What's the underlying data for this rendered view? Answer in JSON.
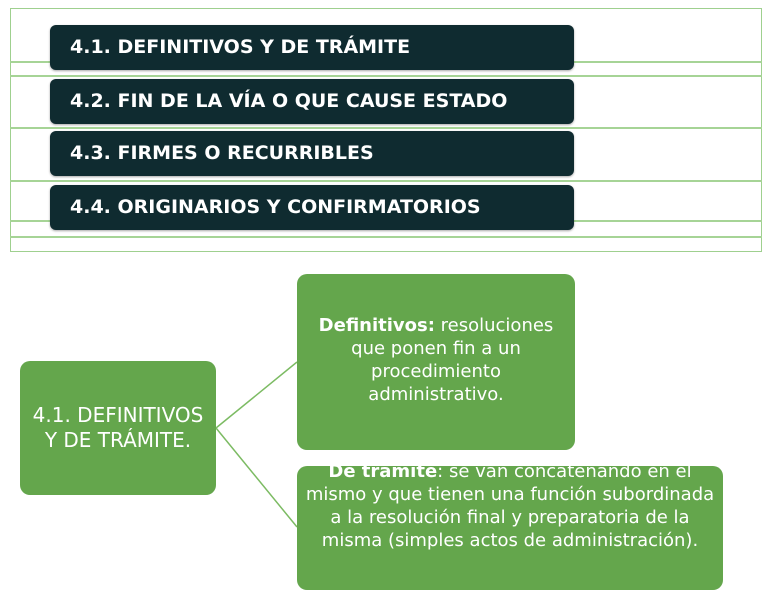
{
  "list": {
    "items": [
      {
        "label": "4.1. DEFINITIVOS Y DE TRÁMITE"
      },
      {
        "label": "4.2. FIN DE LA VÍA O QUE CAUSE ESTADO"
      },
      {
        "label": "4.3. FIRMES O RECURRIBLES"
      },
      {
        "label": "4.4. ORIGINARIOS Y CONFIRMATORIOS"
      }
    ]
  },
  "diagram": {
    "root": {
      "label": "4.1. DEFINITIVOS Y DE TRÁMITE."
    },
    "definitivos": {
      "term": "Definitivos:",
      "text": " resoluciones que ponen fin a un procedimiento administrativo."
    },
    "tramite": {
      "term": "De trámite",
      "text": ": se van concatenando en el mismo y que tienen una función subordinada a la resolución final y preparatoria de la misma (simples actos de administración)."
    }
  },
  "colors": {
    "dark_bar": "#0f2b30",
    "green_box": "#64a64c",
    "frame_line": "#9fd08f"
  }
}
